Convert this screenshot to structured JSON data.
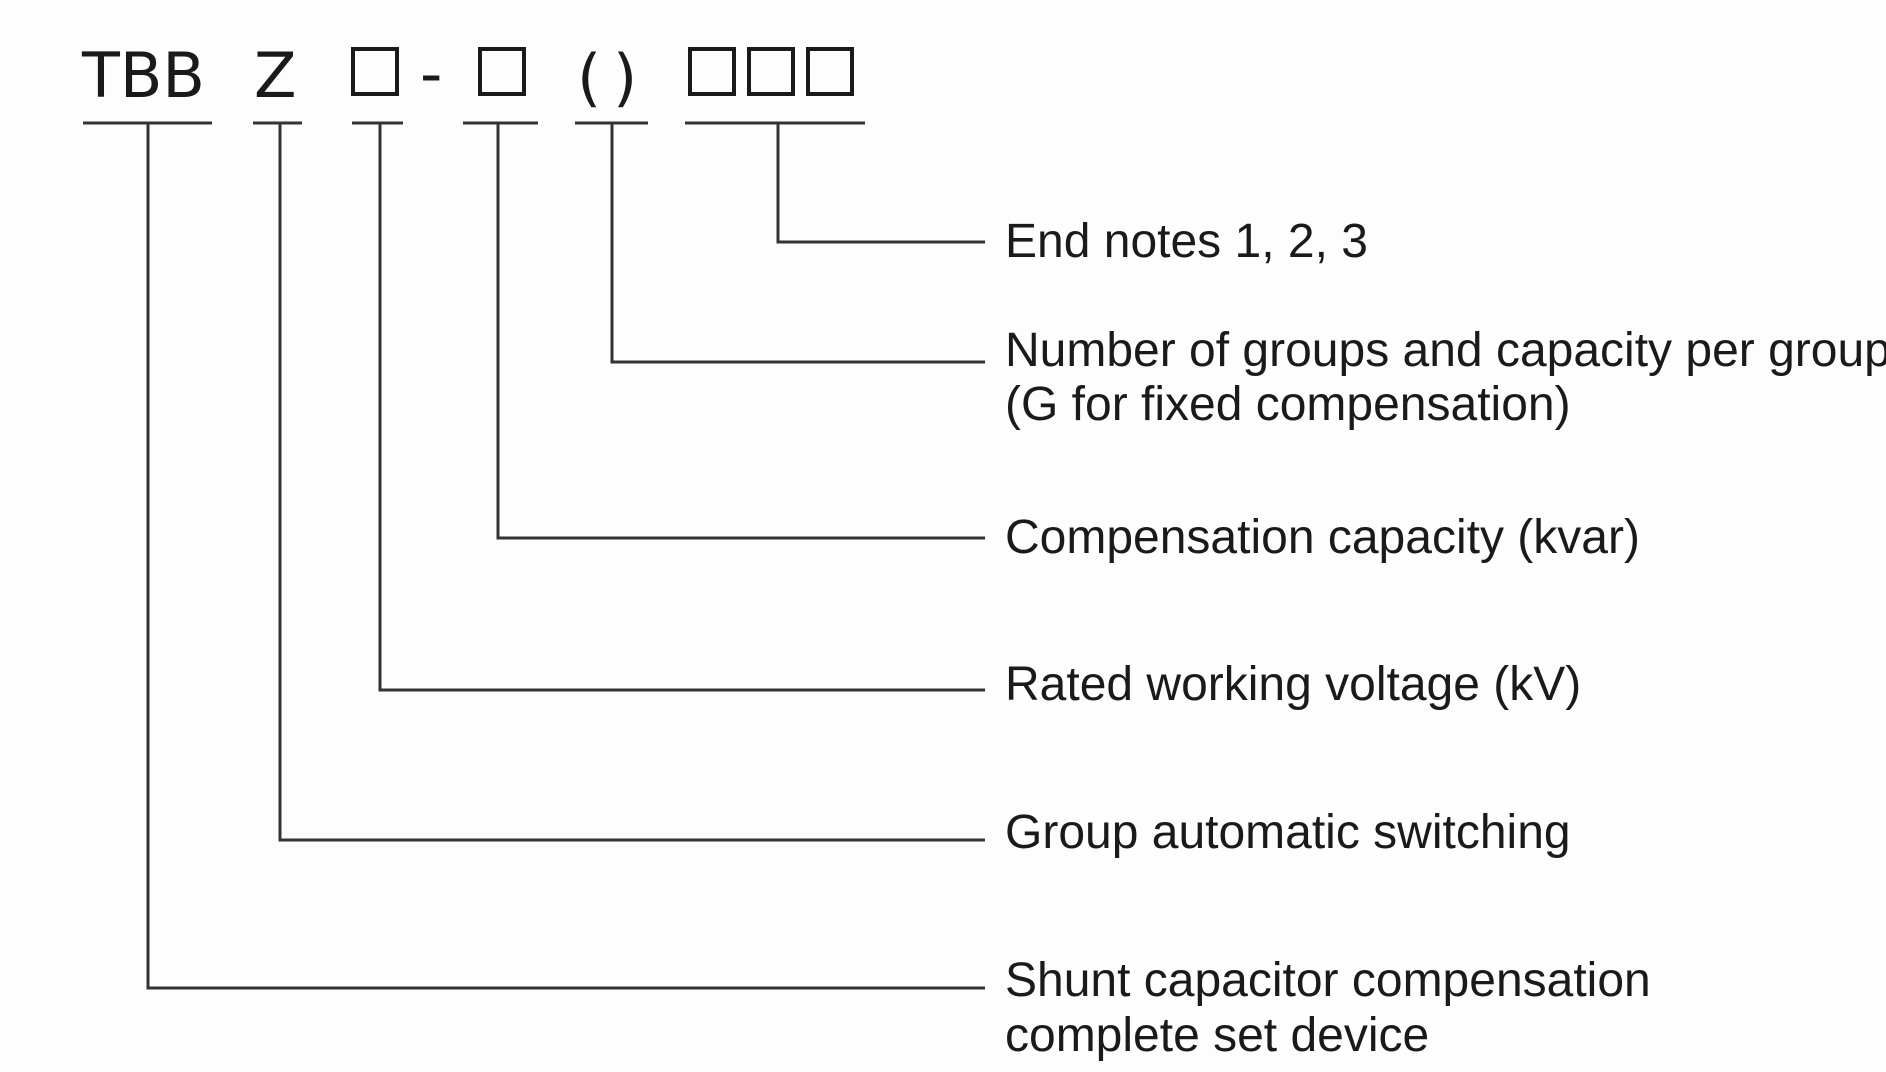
{
  "code": {
    "part_tbb": "TBB",
    "part_z": "Z",
    "dash": "-",
    "paren_open": "(",
    "paren_close": ")"
  },
  "labels": {
    "end_notes": "End notes 1, 2, 3",
    "groups_line1": "Number of groups and capacity per group",
    "groups_line2": "(G for fixed compensation)",
    "comp_capacity": "Compensation capacity (kvar)",
    "rated_voltage": "Rated working voltage (kV)",
    "group_switching": "Group automatic switching",
    "shunt_line1": "Shunt capacitor compensation",
    "shunt_line2": "complete set device"
  },
  "colors": {
    "line": "#333333",
    "text": "#1a1a1a",
    "background": "#fdfdfd"
  }
}
